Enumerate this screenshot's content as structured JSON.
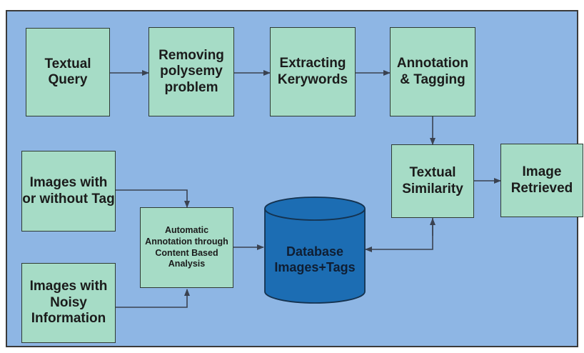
{
  "nodes": {
    "textual_query": "Textual Query",
    "removing_polysemy": "Removing polysemy problem",
    "extracting_keywords": "Extracting Kerywords",
    "annotation_tagging": "Annotation & Tagging",
    "textual_similarity": "Textual Similarity",
    "image_retrieved": "Image Retrieved",
    "images_with_or_without_tag": "Images with or without Tag",
    "images_noisy": "Images with Noisy Information",
    "automatic_annotation": "Automatic Annotation through Content Based Analysis",
    "database": "Database Images+Tags"
  },
  "colors": {
    "background": "#8eb6e4",
    "box_fill": "#a6dcc6",
    "database_fill": "#1c6db3",
    "connector": "#3a4250"
  }
}
